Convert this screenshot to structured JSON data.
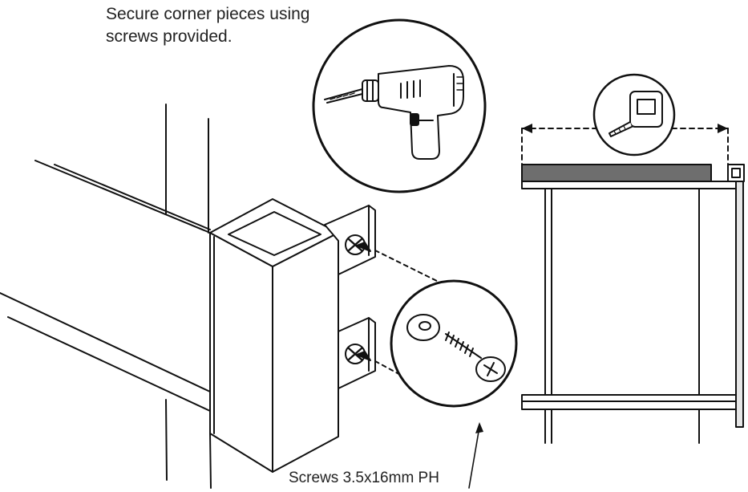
{
  "instruction": {
    "line1": "Secure corner pieces using",
    "line2": "screws provided."
  },
  "screw_caption": "Screws 3.5x16mm PH",
  "colors": {
    "line": "#111111",
    "text": "#222222",
    "worktop": "#6e6e6e",
    "drill_body": "#ffffff",
    "rail_fill": "#e6e6e6"
  },
  "icons": [
    "drill-icon",
    "tape-measure-icon",
    "screw-icon",
    "washer-icon"
  ]
}
